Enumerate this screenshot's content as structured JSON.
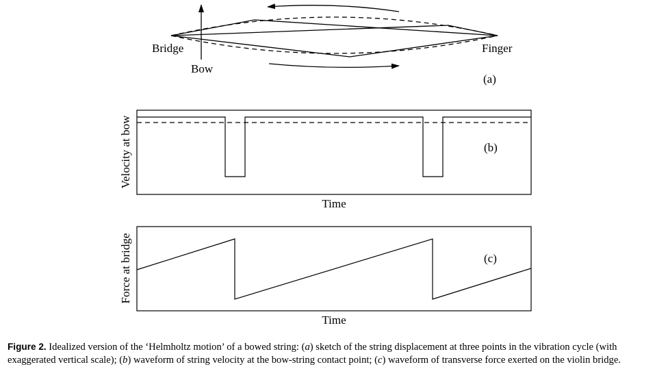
{
  "panel_a": {
    "label": "(a)",
    "bridge_label": "Bridge",
    "finger_label": "Finger",
    "bow_label": "Bow"
  },
  "panel_b": {
    "label": "(b)",
    "ylabel": "Velocity at bow",
    "xlabel": "Time"
  },
  "panel_c": {
    "label": "(c)",
    "ylabel": "Force at bridge",
    "xlabel": "Time"
  },
  "caption": {
    "label": "Figure 2.",
    "t1": " Idealized version of the ‘Helmholtz motion’ of a bowed string: (",
    "a": "a",
    "t2": ") sketch of the string displacement at three points in the vibration cycle (with exaggerated vertical scale); (",
    "b": "b",
    "t3": ") waveform of string velocity at the bow-string contact point; (",
    "c": "c",
    "t4": ") waveform of transverse force exerted on the violin bridge."
  }
}
